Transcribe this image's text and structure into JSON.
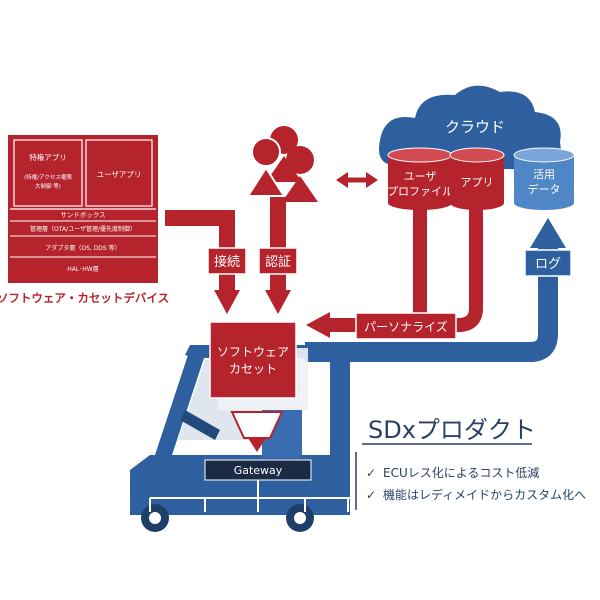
{
  "device": {
    "special_app": "特権アプリ",
    "special_app_note_1": "(特権/アクセス権限",
    "special_app_note_2": "大制御 等)",
    "user_app": "ユーザアプリ",
    "sandbox": "サンドボックス",
    "management": "管理層（OTA/ユーザ管理/優先度制御）",
    "adapter": "アダプタ層（OS, DDS 等）",
    "hal": "HAL･HW層",
    "caption": "ソフトウェア・カセットデバイス"
  },
  "cloud": {
    "label": "クラウド",
    "db_user_1": "ユーザ",
    "db_user_2": "プロファイル",
    "db_app": "アプリ",
    "db_data_1": "活用",
    "db_data_2": "データ"
  },
  "flows": {
    "connect": "接続",
    "auth": "認証",
    "log": "ログ",
    "personalize": "パーソナライズ"
  },
  "cassette": {
    "line1": "ソフトウェア",
    "line2": "カセット"
  },
  "gateway": "Gateway",
  "product": {
    "title": "SDxプロダクト",
    "bullets": [
      "ECUレス化によるコスト低減",
      "機能はレディメイドからカスタム化へ"
    ]
  },
  "colors": {
    "red": "#b5232c",
    "blue": "#2e5f9e",
    "light_blue": "#4f86c6"
  }
}
